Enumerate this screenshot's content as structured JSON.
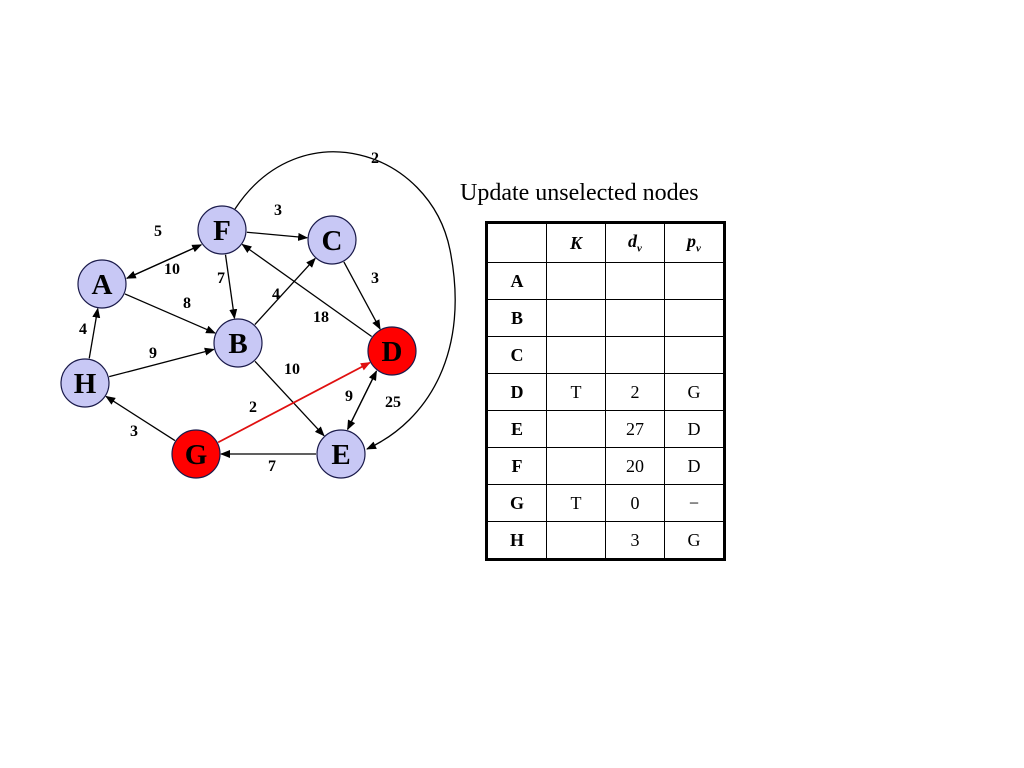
{
  "graph": {
    "nodes": [
      {
        "id": "A",
        "state": "unselected"
      },
      {
        "id": "B",
        "state": "unselected"
      },
      {
        "id": "C",
        "state": "unselected"
      },
      {
        "id": "D",
        "state": "selected"
      },
      {
        "id": "E",
        "state": "unselected"
      },
      {
        "id": "F",
        "state": "unselected"
      },
      {
        "id": "G",
        "state": "selected"
      },
      {
        "id": "H",
        "state": "unselected"
      }
    ],
    "edges": [
      {
        "from": "F",
        "to": "A",
        "weight": "5",
        "highlight": false
      },
      {
        "from": "A",
        "to": "F",
        "weight": "10",
        "highlight": false
      },
      {
        "from": "F",
        "to": "C",
        "weight": "3",
        "highlight": false
      },
      {
        "from": "F",
        "to": "B",
        "weight": "7",
        "highlight": false
      },
      {
        "from": "A",
        "to": "B",
        "weight": "8",
        "highlight": false
      },
      {
        "from": "H",
        "to": "A",
        "weight": "4",
        "highlight": false
      },
      {
        "from": "H",
        "to": "B",
        "weight": "9",
        "highlight": false
      },
      {
        "from": "B",
        "to": "C",
        "weight": "4",
        "highlight": false
      },
      {
        "from": "C",
        "to": "D",
        "weight": "3",
        "highlight": false
      },
      {
        "from": "D",
        "to": "F",
        "weight": "18",
        "highlight": false
      },
      {
        "from": "B",
        "to": "E",
        "weight": "10",
        "highlight": false
      },
      {
        "from": "G",
        "to": "H",
        "weight": "3",
        "highlight": false
      },
      {
        "from": "G",
        "to": "D",
        "weight": "2",
        "highlight": true
      },
      {
        "from": "E",
        "to": "G",
        "weight": "7",
        "highlight": false
      },
      {
        "from": "E",
        "to": "D",
        "weight": "9",
        "highlight": false
      },
      {
        "from": "D",
        "to": "E",
        "weight": "25",
        "highlight": false
      },
      {
        "from": "F",
        "to": "E",
        "weight": "2",
        "highlight": false
      }
    ]
  },
  "colors": {
    "unselected_fill": "#c8c8f5",
    "selected_fill": "#ff0000",
    "node_stroke": "#1a1a4a",
    "edge": "#000000",
    "highlight_edge": "#e01010"
  },
  "table": {
    "title": "Update unselected nodes",
    "headers": {
      "node": "",
      "known": "K",
      "dist_main": "d",
      "dist_sub": "v",
      "prev_main": "p",
      "prev_sub": "v"
    },
    "rows": [
      {
        "node": "A",
        "known": "",
        "dist": "",
        "prev": ""
      },
      {
        "node": "B",
        "known": "",
        "dist": "",
        "prev": ""
      },
      {
        "node": "C",
        "known": "",
        "dist": "",
        "prev": ""
      },
      {
        "node": "D",
        "known": "T",
        "dist": "2",
        "prev": "G"
      },
      {
        "node": "E",
        "known": "",
        "dist": "27",
        "prev": "D"
      },
      {
        "node": "F",
        "known": "",
        "dist": "20",
        "prev": "D"
      },
      {
        "node": "G",
        "known": "T",
        "dist": "0",
        "prev": "−"
      },
      {
        "node": "H",
        "known": "",
        "dist": "3",
        "prev": "G"
      }
    ]
  }
}
